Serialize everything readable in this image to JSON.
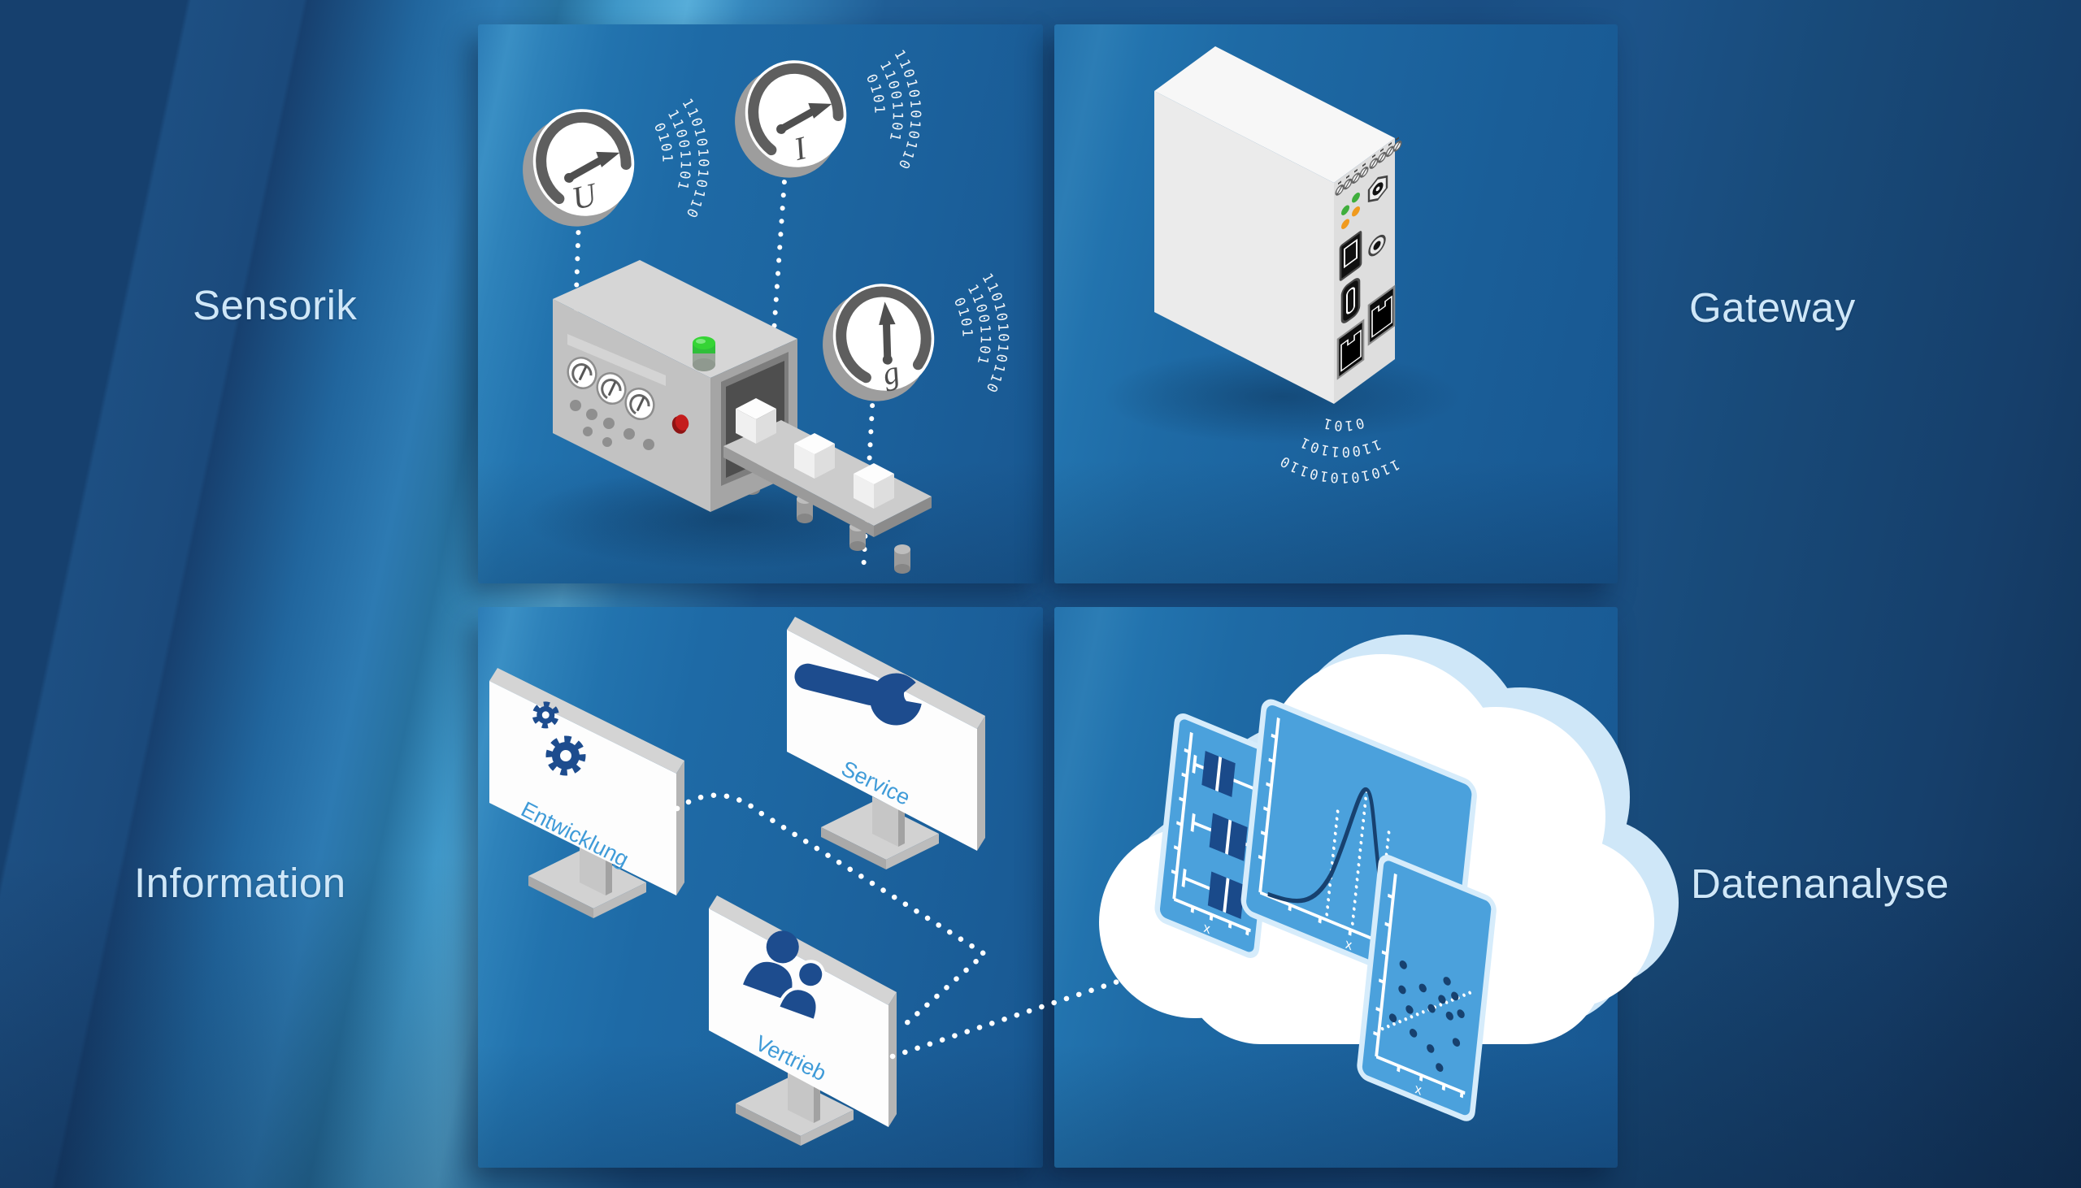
{
  "quadrants": {
    "sensorik": {
      "label": "Sensorik",
      "gauges": [
        {
          "letter": "U"
        },
        {
          "letter": "I"
        },
        {
          "letter": "g"
        }
      ]
    },
    "gateway": {
      "label": "Gateway"
    },
    "information": {
      "label": "Information",
      "monitors": [
        {
          "label": "Entwicklung",
          "icon": "gears-icon"
        },
        {
          "label": "Service",
          "icon": "wrench-icon"
        },
        {
          "label": "Vertrieb",
          "icon": "people-icon"
        }
      ]
    },
    "datenanalyse": {
      "label": "Datenanalyse",
      "charts": [
        {
          "type": "boxplot",
          "xlabel": "x"
        },
        {
          "type": "distribution-curve",
          "xlabel": "x"
        },
        {
          "type": "scatter",
          "xlabel": "x"
        }
      ]
    }
  },
  "binary": {
    "inner": "0101",
    "middle": "11001101",
    "outer": "110101010110"
  },
  "colors": {
    "background": "#17497e",
    "band_light": "#57add9",
    "quadrant_panel": "#1e6aa6",
    "label_text": "#cfe7f8",
    "machine_gray": "#c3c3c3",
    "accent_navy": "#1b4a8a",
    "chart_panel_blue": "#4ba1dc",
    "cloud_white": "#ffffff",
    "cloud_back": "#cfe7f8",
    "led_green": "#3fae3c",
    "led_orange": "#f09a1e",
    "signal_green": "#35d435",
    "button_red": "#c41c1c",
    "monitor_label_blue": "#3f9bd8"
  }
}
